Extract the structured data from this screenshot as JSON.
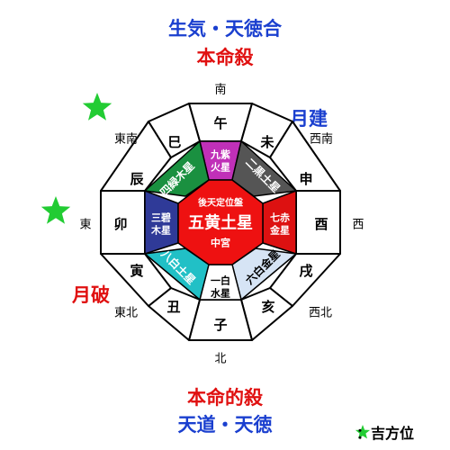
{
  "header": {
    "line1": "生気・天徳合",
    "line1_color": "#1a3fcf",
    "line2": "本命殺",
    "line2_color": "#e01010"
  },
  "footer": {
    "line1": "本命的殺",
    "line1_color": "#e01010",
    "line2": "天道・天徳",
    "line2_color": "#1a3fcf"
  },
  "side_labels": {
    "getsuken": "月建",
    "getsuken_color": "#1a3fcf",
    "geppa": "月破",
    "geppa_color": "#e01010"
  },
  "directions": {
    "n": "北",
    "ne": "東北",
    "e": "東",
    "se": "東南",
    "s": "南",
    "sw": "西南",
    "w": "西",
    "nw": "西北"
  },
  "zodiac": {
    "uma": "午",
    "hitsuji": "未",
    "saru": "申",
    "tori": "酉",
    "inu": "戌",
    "i": "亥",
    "ne": "子",
    "ushi": "丑",
    "tora": "寅",
    "u": "卯",
    "tatsu": "辰",
    "mi": "巳"
  },
  "stars": {
    "center_title": "後天定位盤",
    "center_main": "五黄土星",
    "center_sub": "中宮",
    "s_line1": "九紫",
    "s_line2": "火星",
    "sw": "二黒土星",
    "w_line1": "七赤",
    "w_line2": "金星",
    "nw": "六白金星",
    "n_line1": "一白",
    "n_line2": "水星",
    "ne": "八白土星",
    "e_line1": "三碧",
    "e_line2": "木星",
    "se": "四緑木星"
  },
  "colors": {
    "center": "#ee1111",
    "s": "#c030b8",
    "sw": "#555555",
    "w": "#dd1111",
    "nw": "#d6e4f5",
    "n": "#ffffff",
    "ne": "#21c0c6",
    "e": "#2f3a98",
    "se": "#1a9040",
    "lucky_star": "#22cc33"
  },
  "legend": {
    "text": "：吉方位",
    "star_icon": "green-star"
  }
}
